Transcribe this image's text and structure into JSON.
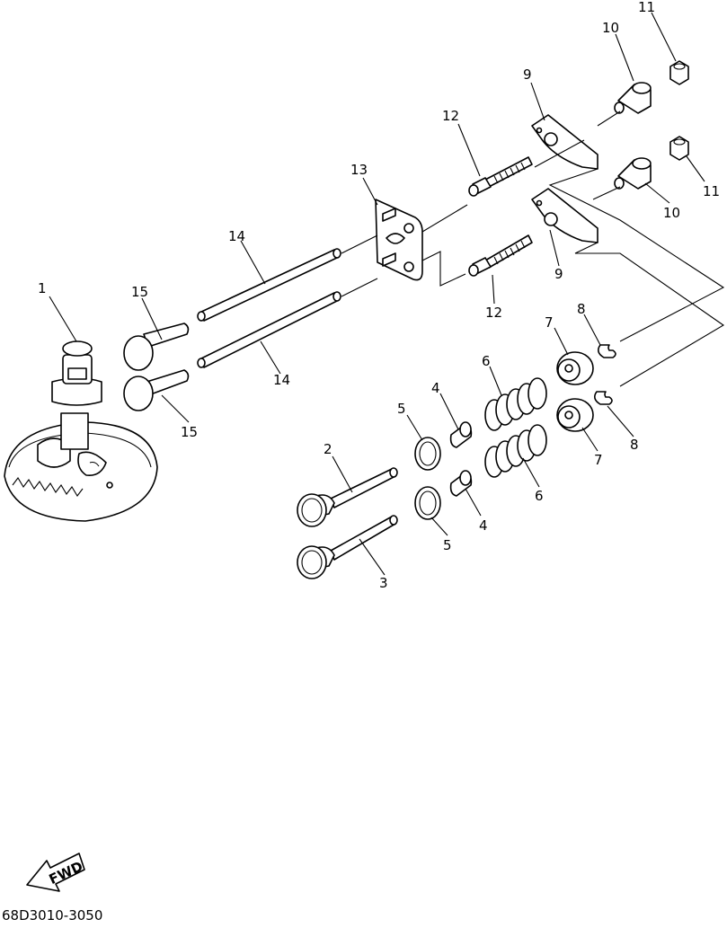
{
  "diagram": {
    "labels": {
      "p1": "1",
      "p2": "2",
      "p3": "3",
      "p4a": "4",
      "p4b": "4",
      "p5a": "5",
      "p5b": "5",
      "p6a": "6",
      "p6b": "6",
      "p7a": "7",
      "p7b": "7",
      "p8a": "8",
      "p8b": "8",
      "p9a": "9",
      "p9b": "9",
      "p10a": "10",
      "p10b": "10",
      "p11a": "11",
      "p11b": "11",
      "p12a": "12",
      "p12b": "12",
      "p13": "13",
      "p14a": "14",
      "p14b": "14",
      "p15a": "15",
      "p15b": "15"
    },
    "fwd_label": "FWD",
    "reference_code": "68D3010-3050"
  }
}
